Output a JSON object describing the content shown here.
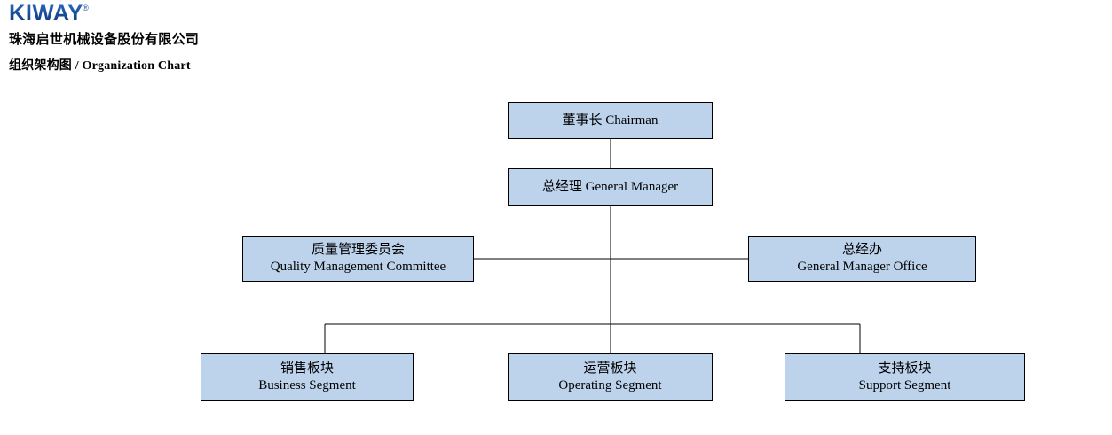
{
  "header": {
    "logo_text": "KIWAY",
    "logo_registered_mark": "®",
    "company_name": "珠海启世机械设备股份有限公司",
    "chart_title": "组织架构图 / Organization Chart"
  },
  "colors": {
    "box_fill": "#BDD3EC",
    "box_border": "#000000",
    "connector": "#000000",
    "logo_blue": "#1B4F9C",
    "text": "#000000",
    "page_background": "#FFFFFF"
  },
  "chart": {
    "type": "org-chart",
    "nodes": [
      {
        "id": "chairman",
        "cn": "董事长",
        "en": "Chairman",
        "inline": "董事长 Chairman",
        "level": 1,
        "layout": "single-line"
      },
      {
        "id": "general-manager",
        "cn": "总经理",
        "en": "General Manager",
        "inline": "总经理 General Manager",
        "level": 2,
        "layout": "single-line"
      },
      {
        "id": "quality-management-committee",
        "cn": "质量管理委员会",
        "en": "Quality Management Committee",
        "level": 3,
        "layout": "two-line",
        "role": "staff-left"
      },
      {
        "id": "general-manager-office",
        "cn": "总经办",
        "en": "General Manager Office",
        "level": 3,
        "layout": "two-line",
        "role": "staff-right"
      },
      {
        "id": "business-segment",
        "cn": "销售板块",
        "en": "Business Segment",
        "level": 4,
        "layout": "two-line"
      },
      {
        "id": "operating-segment",
        "cn": "运营板块",
        "en": "Operating Segment",
        "level": 4,
        "layout": "two-line"
      },
      {
        "id": "support-segment",
        "cn": "支持板块",
        "en": "Support Segment",
        "level": 4,
        "layout": "two-line"
      }
    ],
    "edges": [
      {
        "from": "chairman",
        "to": "general-manager"
      },
      {
        "from": "general-manager",
        "to": "quality-management-committee"
      },
      {
        "from": "general-manager",
        "to": "general-manager-office"
      },
      {
        "from": "general-manager",
        "to": "business-segment"
      },
      {
        "from": "general-manager",
        "to": "operating-segment"
      },
      {
        "from": "general-manager",
        "to": "support-segment"
      }
    ]
  }
}
